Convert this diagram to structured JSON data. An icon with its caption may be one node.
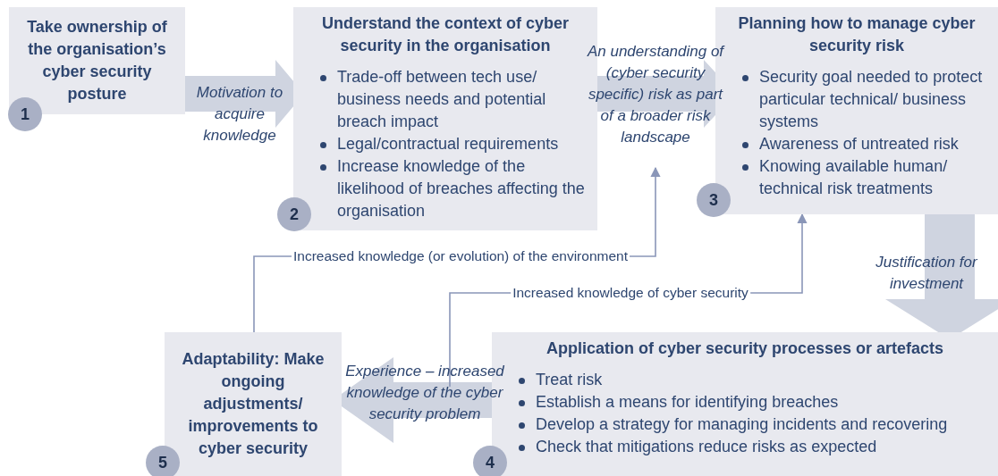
{
  "diagram": {
    "nodes": [
      {
        "text": [
          "Take ownership of the organisation’s cyber security posture",
          "1"
        ]
      },
      {
        "text": [
          "Understand the context of cyber security in the organisation",
          "Trade-off between tech use/ business needs and potential breach impact",
          "Legal/contractual requirements",
          "Increase knowledge of the likelihood of breaches affecting the organisation",
          "2"
        ]
      },
      {
        "text": [
          "Planning how to manage cyber security risk",
          "Security goal needed to protect particular technical/ business systems",
          "Awareness of untreated risk",
          "Knowing available human/ technical risk treatments",
          "3"
        ]
      },
      {
        "text": [
          "Application of cyber security processes or artefacts",
          "Treat risk",
          "Establish a means for identifying breaches",
          "Develop a strategy for managing incidents and recovering",
          "Check that mitigations reduce risks as expected",
          "4"
        ]
      },
      {
        "text": [
          "Adaptability: Make ongoing adjustments/ improvements to cyber security",
          "5"
        ]
      }
    ],
    "edges": [
      {
        "from": 0,
        "to": 1,
        "arrow": "to",
        "label": "Motivation to acquire knowledge",
        "style": "thick"
      },
      {
        "from": 1,
        "to": 2,
        "arrow": "to",
        "label": "An understanding of (cyber security specific) risk as part of a broader risk landscape",
        "style": "thick"
      },
      {
        "from": 2,
        "to": 3,
        "arrow": "to",
        "label": "Justification for investment",
        "style": "thick"
      },
      {
        "from": 3,
        "to": 4,
        "arrow": "to",
        "label": "Experience – increased knowledge of the cyber security problem",
        "style": "thick"
      },
      {
        "from": 4,
        "to": null,
        "arrow": "to",
        "label": "Increased knowledge (or evolution) of the environment",
        "color": "#8a96b8"
      },
      {
        "from": null,
        "to": 2,
        "arrow": "to",
        "label": "Increased knowledge of cyber security",
        "color": "#8a96b8"
      }
    ]
  }
}
